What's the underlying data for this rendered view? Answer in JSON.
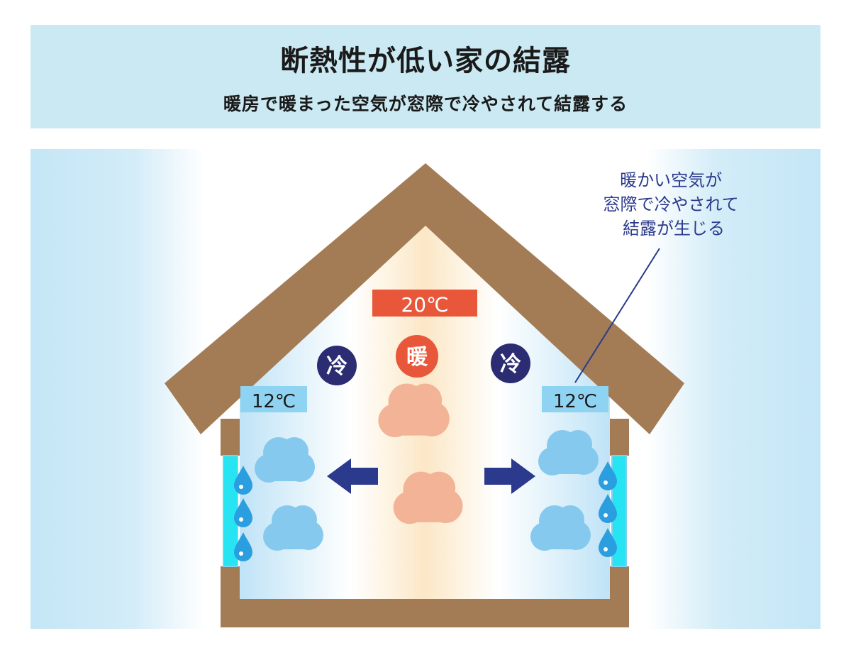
{
  "header": {
    "title": "断熱性が低い家の結露",
    "subtitle": "暖房で暖まった空気が窓際で冷やされて結露する"
  },
  "diagram": {
    "center_temp": "20℃",
    "left_temp": "12℃",
    "right_temp": "12℃",
    "warm_label": "暖",
    "cold_label_left": "冷",
    "cold_label_right": "冷",
    "callout_lines": [
      "暖かい空気が",
      "窓際で冷やされて",
      "結露が生じる"
    ]
  },
  "colors": {
    "banner": "#cbe9f3",
    "roof": "#a37c55",
    "temp_warm_box": "#e8573a",
    "temp_cold_box": "#8fd3f2",
    "badge_navy": "#2b2c72",
    "badge_warm": "#e8573a",
    "cloud_cold": "#85c9ee",
    "cloud_warm": "#f3b397",
    "arrow": "#2b3a8c",
    "window_glass": "#27e4f2",
    "drop": "#2b9ee0",
    "callout_text": "#2b3a8c"
  }
}
